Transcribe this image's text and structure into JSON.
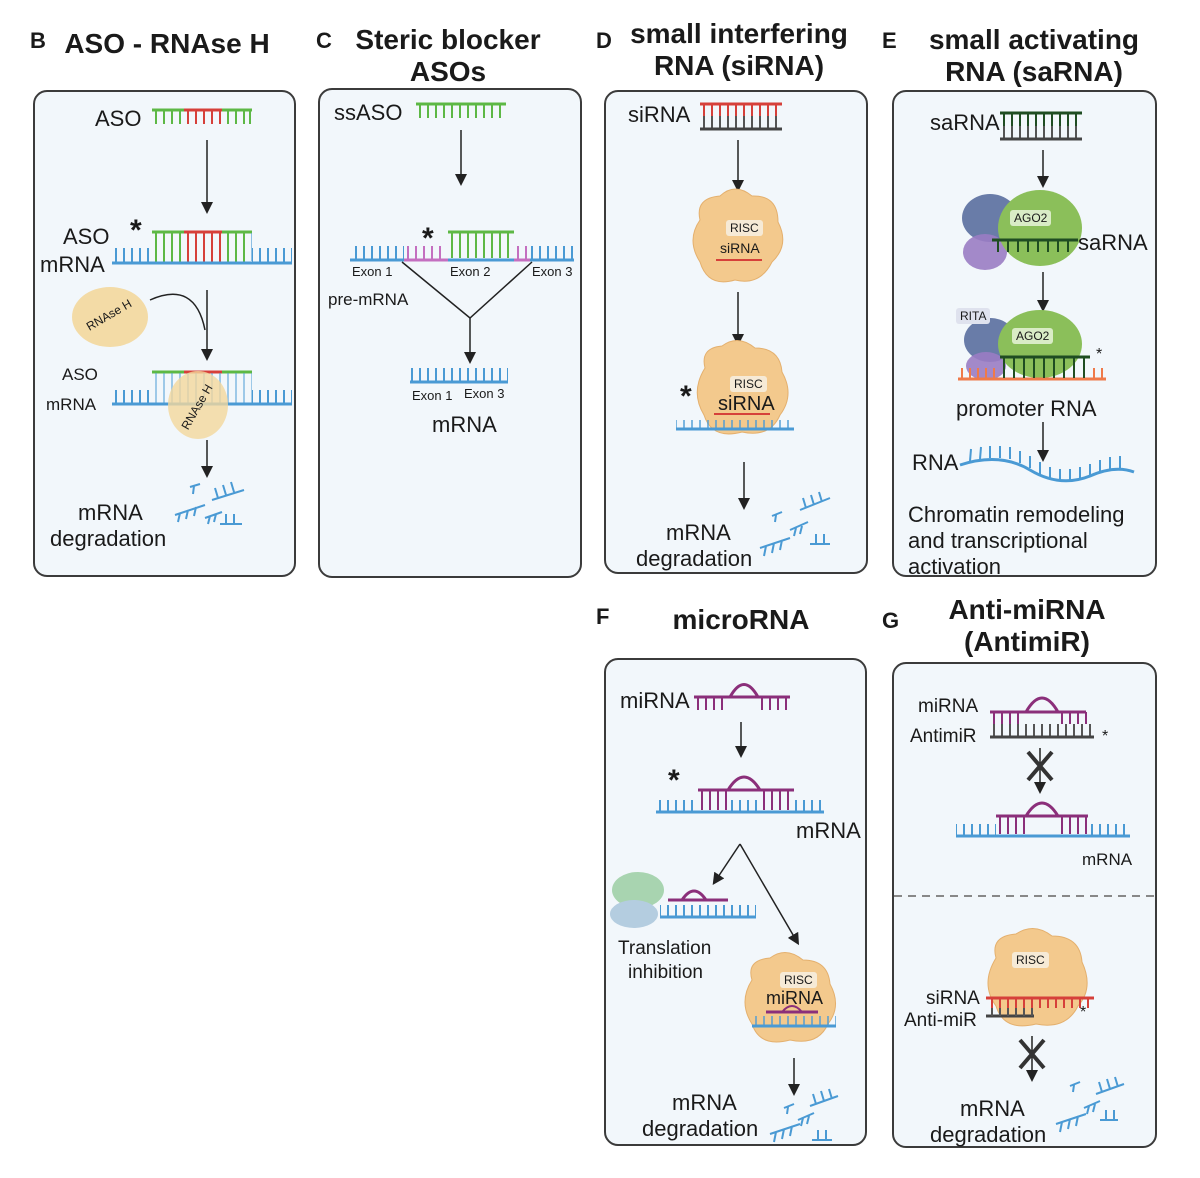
{
  "colors": {
    "aso_green": "#5db845",
    "aso_red": "#d6403a",
    "mrna_blue": "#4a9ad4",
    "pre_mrna_pink": "#c46fc0",
    "mirna_purple": "#8b2f7a",
    "saRNA_dark_green": "#1f4d22",
    "risc_orange": "#f3c98d",
    "ago2_green": "#8bbf5a",
    "promoter_orange": "#ef7a4a",
    "panel_bg": "#f2f7fb"
  },
  "panels": {
    "B": {
      "letter": "B",
      "title": "ASO - RNAse H",
      "aso_label_top": "ASO",
      "aso_label_mid": "ASO",
      "mrna_label_mid": "mRNA",
      "rnase_label": "RNAse H",
      "rnase_label_bound": "RNAse H",
      "aso_label_low": "ASO",
      "mrna_label_low": "mRNA",
      "degradation_line1": "mRNA",
      "degradation_line2": "degradation",
      "star": "*"
    },
    "C": {
      "letter": "C",
      "title_line1": "Steric blocker",
      "title_line2": "ASOs",
      "ssaso_label": "ssASO",
      "exon1": "Exon 1",
      "exon2": "Exon 2",
      "exon3": "Exon 3",
      "pre_mrna": "pre-mRNA",
      "exon1_b": "Exon 1",
      "exon3_b": "Exon 3",
      "mrna": "mRNA",
      "star": "*"
    },
    "D": {
      "letter": "D",
      "title_line1": "small interfering",
      "title_line2": "RNA (siRNA)",
      "sirna_label": "siRNA",
      "risc1": "RISC",
      "risc1_sirna": "siRNA",
      "risc2": "RISC",
      "risc2_sirna": "siRNA",
      "degradation_line1": "mRNA",
      "degradation_line2": "degradation",
      "star": "*"
    },
    "E": {
      "letter": "E",
      "title_line1": "small activating",
      "title_line2": "RNA (saRNA)",
      "sarna_label": "saRNA",
      "ago2_a": "AGO2",
      "sarna_label2": "saRNA",
      "rita": "RITA",
      "ago2_b": "AGO2",
      "promoter": "promoter RNA",
      "rna": "RNA",
      "outcome_line1": "Chromatin remodeling",
      "outcome_line2": "and transcriptional",
      "outcome_line3": "activation",
      "star": "*"
    },
    "F": {
      "letter": "F",
      "title": "microRNA",
      "mirna_label": "miRNA",
      "mrna_label": "mRNA",
      "transl_line1": "Translation",
      "transl_line2": "inhibition",
      "risc": "RISC",
      "risc_mirna": "miRNA",
      "degradation_line1": "mRNA",
      "degradation_line2": "degradation",
      "star": "*"
    },
    "G": {
      "letter": "G",
      "title_line1": "Anti-miRNA",
      "title_line2": "(AntimiR)",
      "mirna_label": "miRNA",
      "antimir_label": "AntimiR",
      "mrna_label": "mRNA",
      "risc": "RISC",
      "sirna_label": "siRNA",
      "antimir_label2": "Anti-miR",
      "degradation_line1": "mRNA",
      "degradation_line2": "degradation",
      "star": "*",
      "star2": "*"
    }
  }
}
